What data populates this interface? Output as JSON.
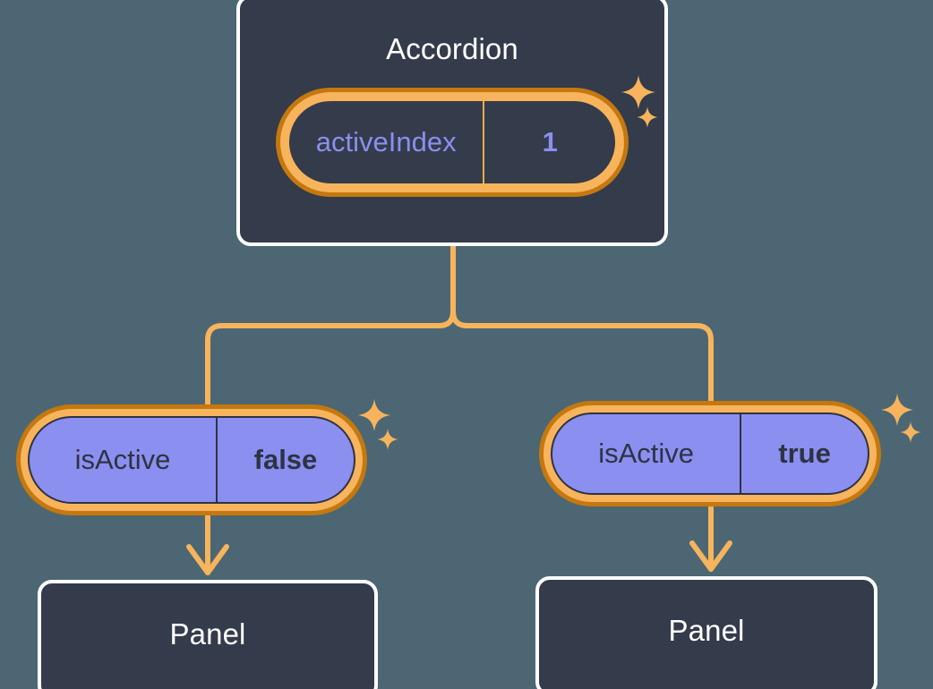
{
  "theme": {
    "background": "#4c6773",
    "box_fill": "#343b4a",
    "box_border": "#ffffff",
    "pill_ring_outer": "#c4780f",
    "pill_ring_inner": "#f7b45c",
    "pill_fill_purple": "#8b8ff0",
    "text_light": "#ffffff",
    "text_dark": "#2d3342",
    "accent_periwinkle": "#8b8ff0",
    "connector": "#f7b45c"
  },
  "diagram": {
    "type": "component-state-tree",
    "root": {
      "title": "Accordion",
      "state": {
        "key": "activeIndex",
        "value": "1"
      }
    },
    "children": [
      {
        "prop": {
          "key": "isActive",
          "value": "false"
        },
        "component": {
          "title": "Panel"
        }
      },
      {
        "prop": {
          "key": "isActive",
          "value": "true"
        },
        "component": {
          "title": "Panel"
        }
      }
    ]
  },
  "icons": {
    "sparkle_large": "sparkle-icon",
    "sparkle_small": "sparkle-small-icon",
    "arrow_down": "arrow-down-icon"
  }
}
